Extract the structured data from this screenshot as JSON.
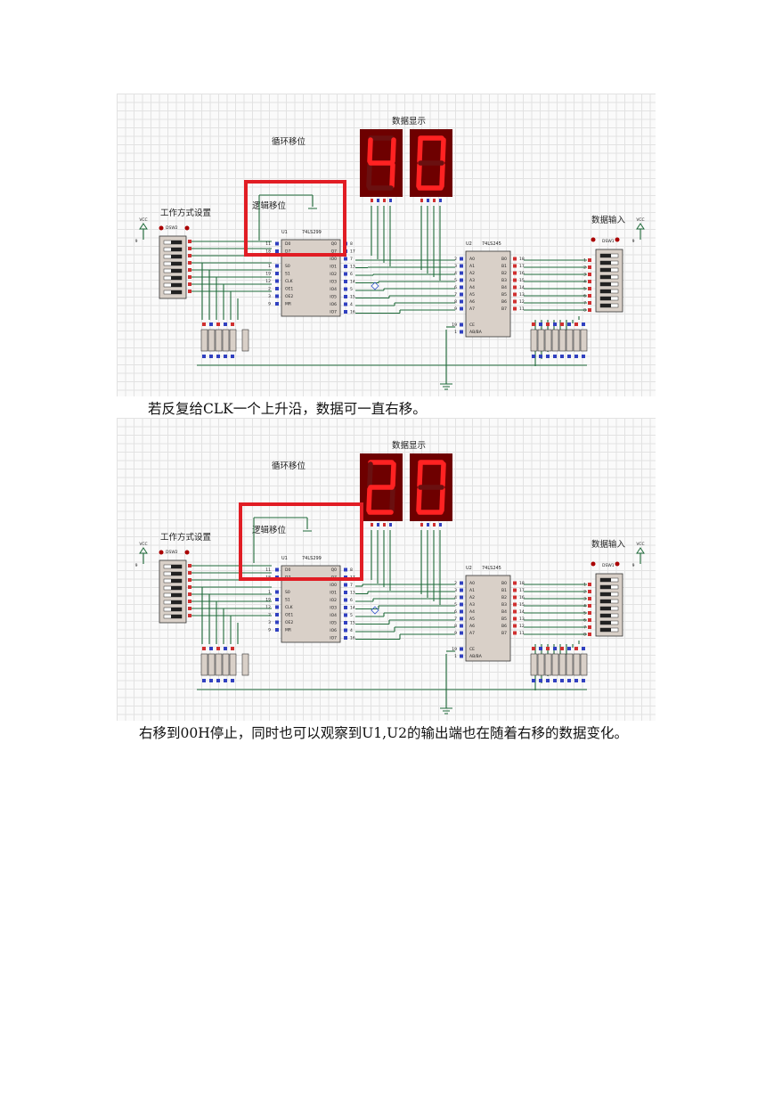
{
  "figures": [
    {
      "title_display": "数据显示",
      "title_shift": "循环移位",
      "title_logic": "逻辑移位",
      "title_mode": "工作方式设置",
      "title_input": "数据输入",
      "vcc": "VCC",
      "dsw_left": "DSW2",
      "dsw_right": "DSW1",
      "u1_ref": "U1",
      "u1_part": "74LS299",
      "u2_ref": "U2",
      "u2_part": "74LS245",
      "display_digits": "40"
    },
    {
      "title_display": "数据显示",
      "title_shift": "循环移位",
      "title_logic": "逻辑移位",
      "title_mode": "工作方式设置",
      "title_input": "数据输入",
      "vcc": "VCC",
      "dsw_left": "DSW2",
      "dsw_right": "DSW1",
      "u1_ref": "U1",
      "u1_part": "74LS299",
      "u2_ref": "U2",
      "u2_part": "74LS245",
      "display_digits": "20"
    }
  ],
  "u1_left_pins": [
    "D0",
    "D7",
    "S0",
    "S1",
    "CLK",
    "OE1",
    "OE2",
    "MR"
  ],
  "u1_left_nums": [
    "11",
    "18",
    "1",
    "19",
    "12",
    "2",
    "3",
    "9"
  ],
  "u1_right_pins": [
    "Q0",
    "Q7",
    "IO0",
    "IO1",
    "IO2",
    "IO3",
    "IO4",
    "IO5",
    "IO6",
    "IO7"
  ],
  "u1_right_nums": [
    "8",
    "17",
    "7",
    "13",
    "6",
    "14",
    "5",
    "15",
    "4",
    "16"
  ],
  "u2_left_pins": [
    "A0",
    "A1",
    "A2",
    "A3",
    "A4",
    "A5",
    "A6",
    "A7",
    "CE",
    "AB/BA"
  ],
  "u2_left_nums": [
    "2",
    "3",
    "4",
    "5",
    "6",
    "7",
    "8",
    "9",
    "19",
    "1"
  ],
  "u2_right_pins": [
    "B0",
    "B1",
    "B2",
    "B3",
    "B4",
    "B5",
    "B6",
    "B7"
  ],
  "u2_right_nums": [
    "18",
    "17",
    "16",
    "15",
    "14",
    "13",
    "12",
    "11"
  ],
  "captions": [
    "若反复给CLK一个上升沿，数据可一直右移。",
    "右移到00H停止，同时也可以观察到U1,U2的输出端也在随着右移的数据变化。"
  ],
  "colors": {
    "wire": "#1f6b3a",
    "chip_fill": "#d9d0c8",
    "highlight": "#e11d24",
    "segment_on": "#ff2222",
    "segment_off": "#6a1010",
    "display_bg": "#6e0000",
    "pin_red": "#d03030",
    "pin_blue": "#3040c0"
  }
}
